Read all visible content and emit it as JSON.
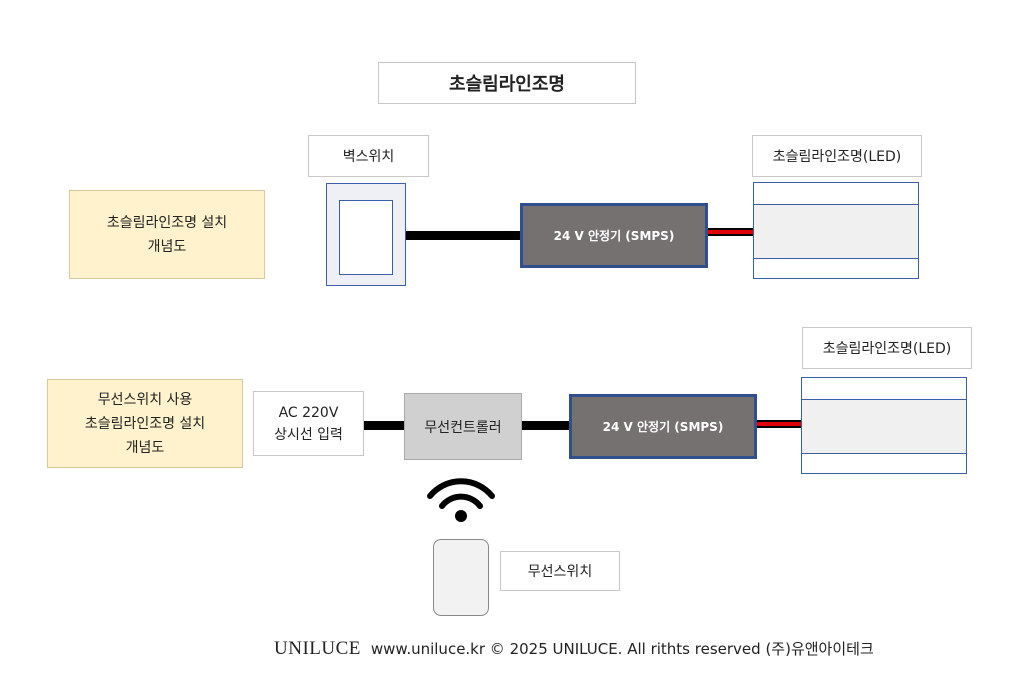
{
  "title": "초슬림라인조명",
  "diagram1": {
    "note_line1": "초슬림라인조명 설치",
    "note_line2": "개념도",
    "switch_label": "벽스위치",
    "smps_label": "24 V 안정기 (SMPS)",
    "led_label": "초슬림라인조명(LED)"
  },
  "diagram2": {
    "note_line1": "무선스위치 사용",
    "note_line2": "초슬림라인조명 설치",
    "note_line3": "개념도",
    "ac_line1": "AC 220V",
    "ac_line2": "상시선 입력",
    "controller_label": "무선컨트롤러",
    "smps_label": "24 V 안정기 (SMPS)",
    "led_label": "초슬림라인조명(LED)",
    "remote_label": "무선스위치",
    "wireless_icon": "wifi-icon"
  },
  "footer": {
    "brand": "UNILUCE",
    "text": "www.uniluce.kr © 2025 UNILUCE.  All rithts reserved (주)유앤아이테크"
  },
  "colors": {
    "note_fill": "#fff2cc",
    "smps_fill": "#767171",
    "outline_blue": "#2f4f8f",
    "wire_red": "#e00000"
  }
}
